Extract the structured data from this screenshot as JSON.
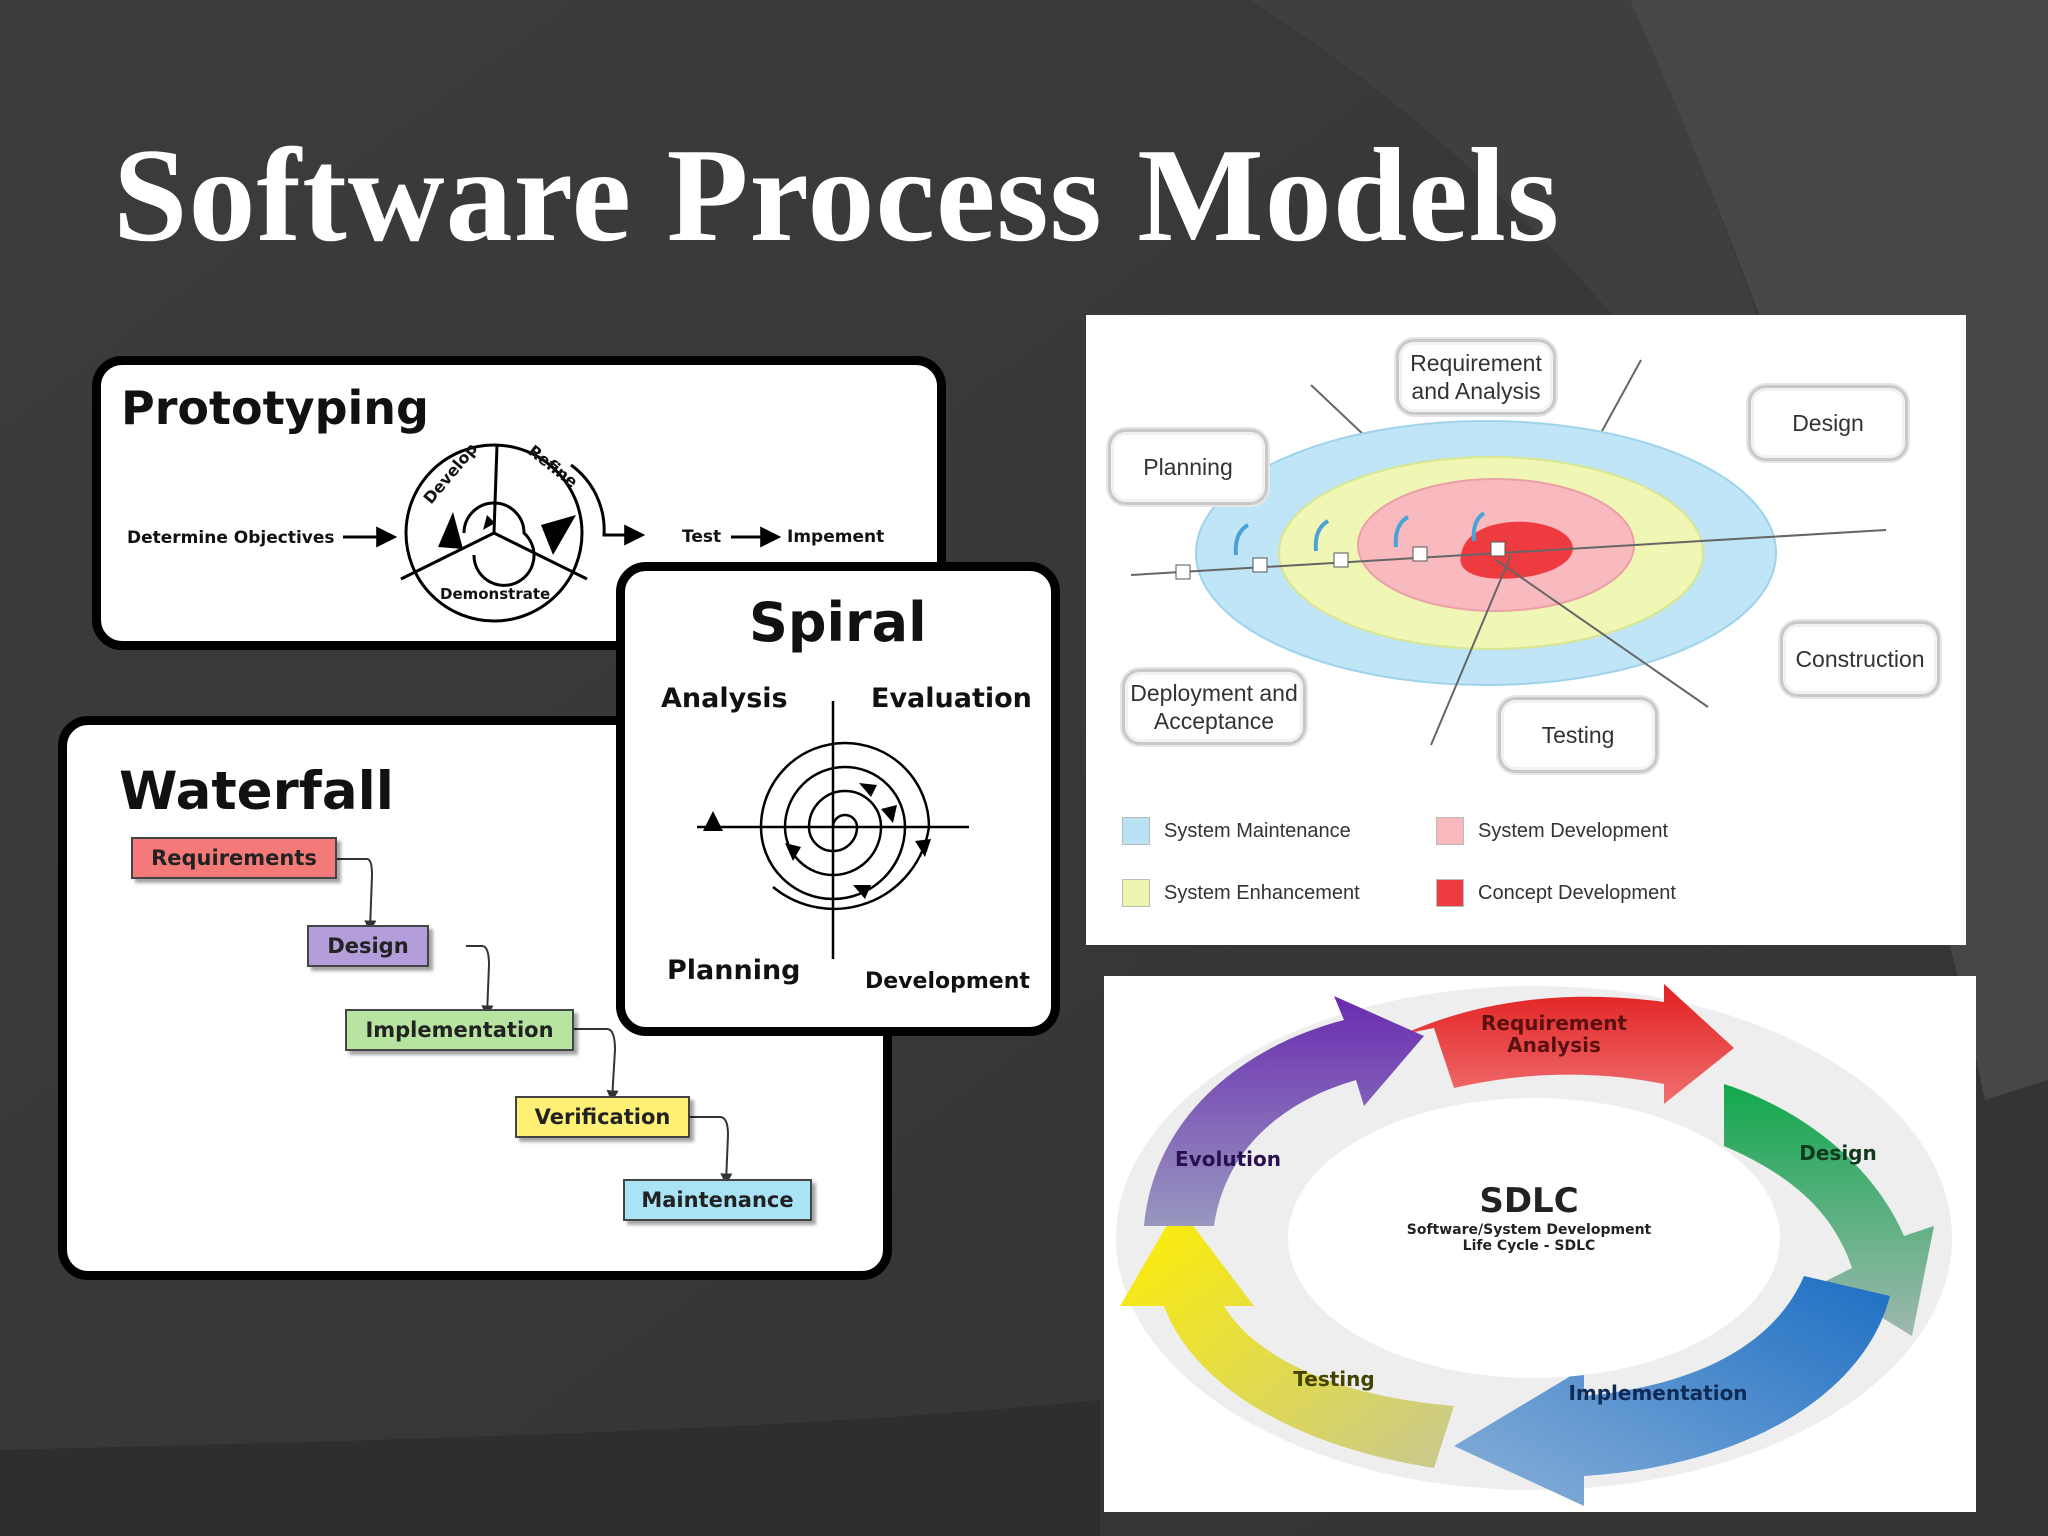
{
  "slide": {
    "title": "Software Process Models"
  },
  "prototyping": {
    "title": "Prototyping",
    "determine": "Determine Objectives",
    "develop": "Develop",
    "refine": "Refine",
    "demonstrate": "Demonstrate",
    "test": "Test",
    "implement": "Impement"
  },
  "waterfall": {
    "title": "Waterfall",
    "steps": [
      {
        "label": "Requirements",
        "color": "#f47a7a"
      },
      {
        "label": "Design",
        "color": "#b39ddb"
      },
      {
        "label": "Implementation",
        "color": "#b7e4a0"
      },
      {
        "label": "Verification",
        "color": "#fff176"
      },
      {
        "label": "Maintenance",
        "color": "#a8e4f5"
      }
    ]
  },
  "spiral": {
    "title": "Spiral",
    "analysis": "Analysis",
    "evaluation": "Evaluation",
    "planning": "Planning",
    "development": "Development"
  },
  "rings_diagram": {
    "phases": {
      "requirement": "Requirement and Analysis",
      "design": "Design",
      "planning": "Planning",
      "construction": "Construction",
      "deployment": "Deployment and Acceptance",
      "testing": "Testing"
    },
    "legend": [
      {
        "label": "System Maintenance",
        "color": "#b9e3f5"
      },
      {
        "label": "System Development",
        "color": "#f8b8bd"
      },
      {
        "label": "System Enhancement",
        "color": "#eef5b0"
      },
      {
        "label": "Concept Development",
        "color": "#ee3b40"
      }
    ]
  },
  "sdlc": {
    "center_title": "SDLC",
    "center_sub1": "Software/System Development",
    "center_sub2": "Life Cycle - SDLC",
    "phases": {
      "requirement_1": "Requirement",
      "requirement_2": "Analysis",
      "design": "Design",
      "implementation": "Implementation",
      "testing": "Testing",
      "evolution": "Evolution"
    }
  }
}
